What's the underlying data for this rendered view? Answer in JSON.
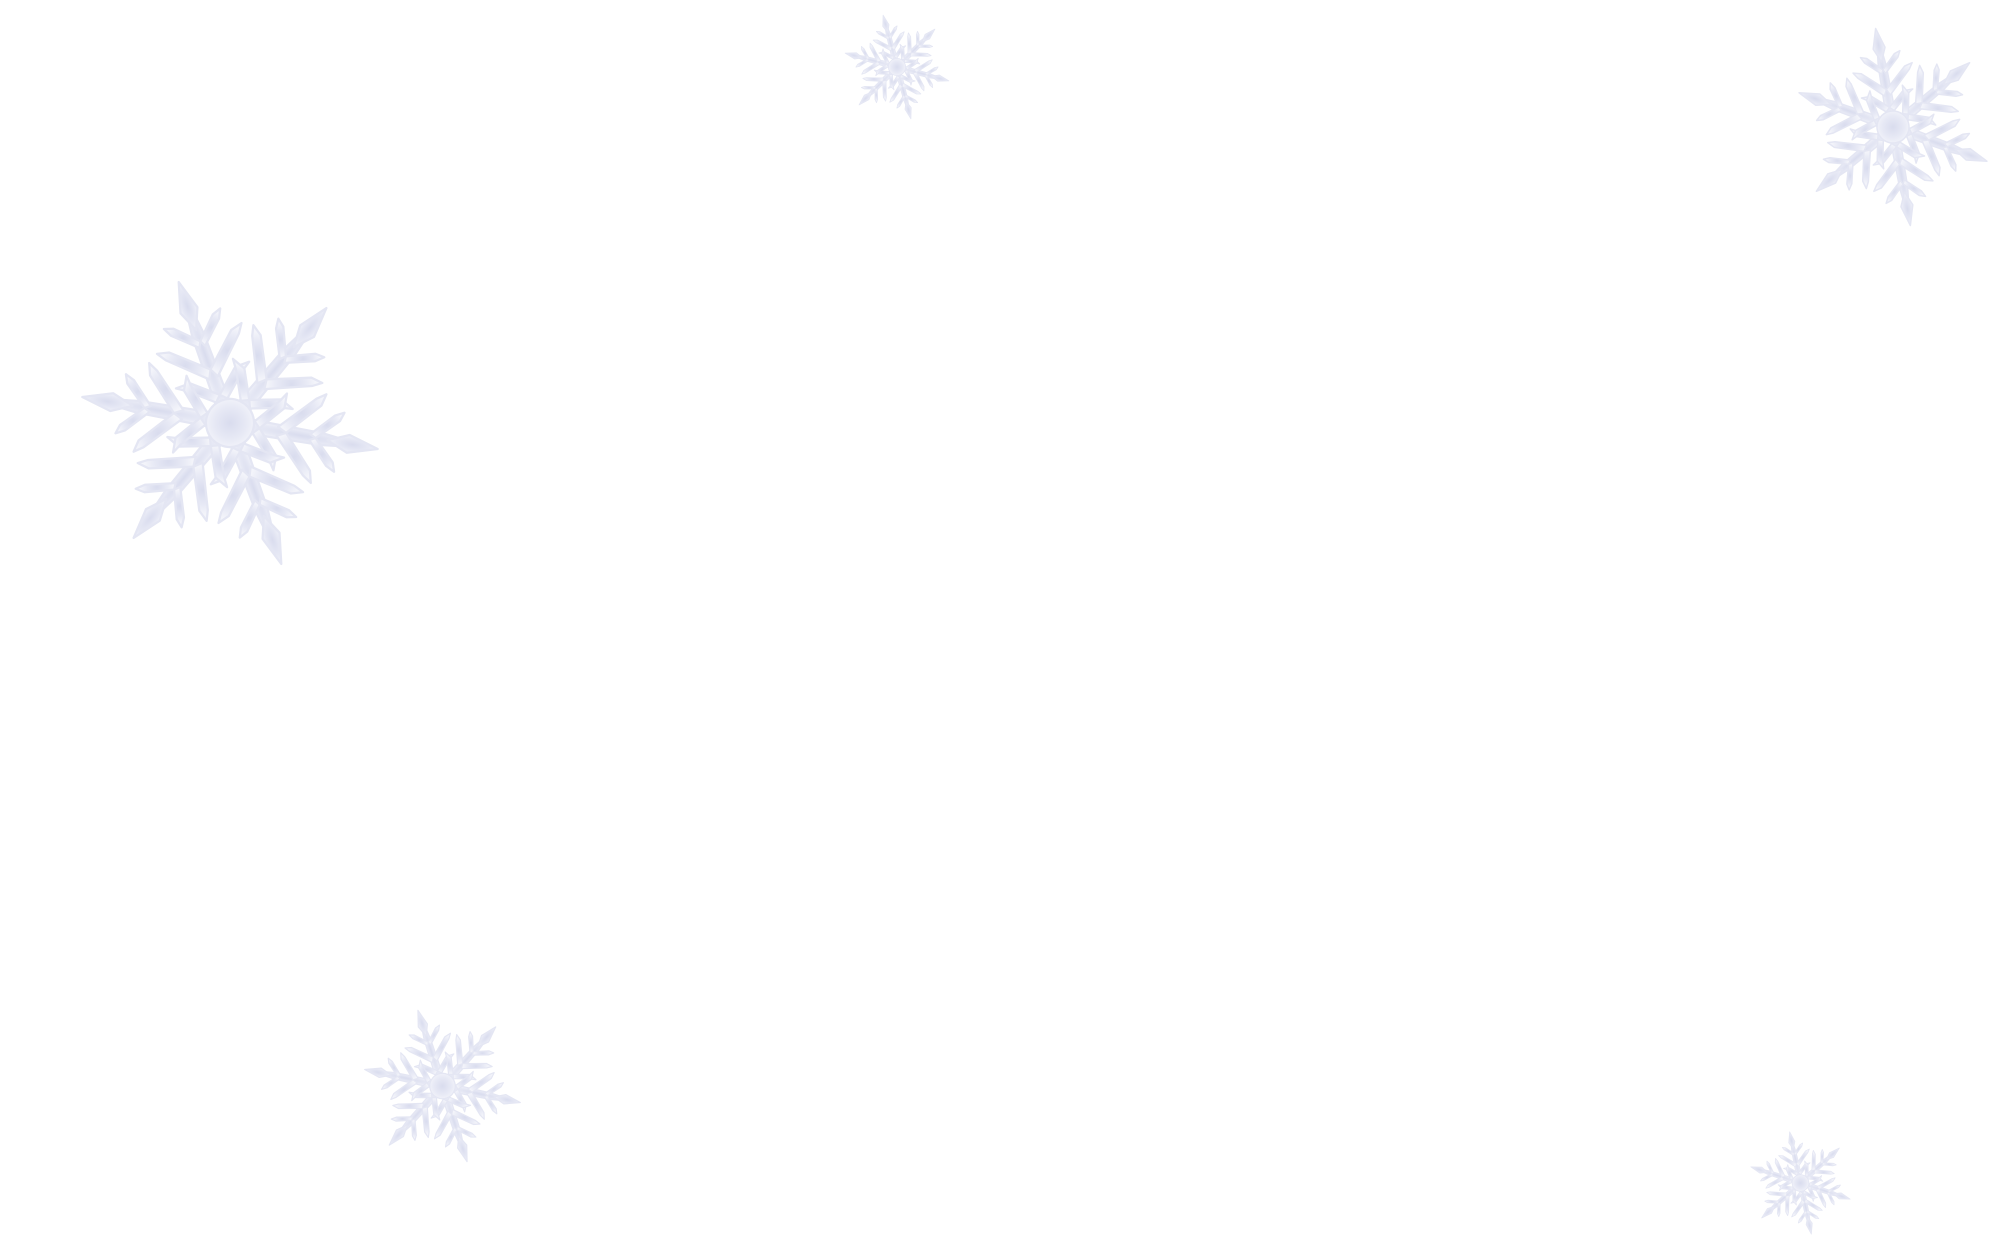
{
  "scene": {
    "background_color": "#ffffff",
    "flake_color_light": "#f2f3fa",
    "flake_color_dark": "#dcdff0",
    "motif": "snowflake",
    "snowflakes": [
      {
        "icon": "snowflake-icon",
        "size": "large"
      },
      {
        "icon": "snowflake-icon",
        "size": "small"
      },
      {
        "icon": "snowflake-icon",
        "size": "medium"
      },
      {
        "icon": "snowflake-icon",
        "size": "medium"
      },
      {
        "icon": "snowflake-icon",
        "size": "small"
      }
    ]
  }
}
